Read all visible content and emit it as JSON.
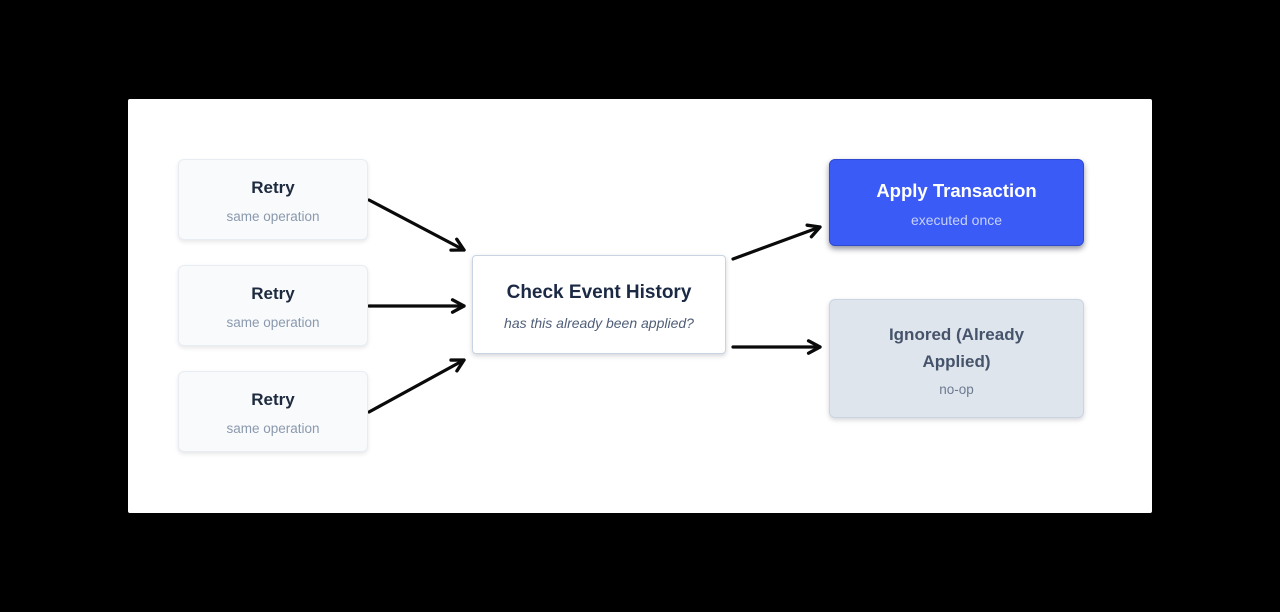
{
  "diagram": {
    "nodes": {
      "retry_1": {
        "title": "Retry",
        "subtitle": "same operation"
      },
      "retry_2": {
        "title": "Retry",
        "subtitle": "same operation"
      },
      "retry_3": {
        "title": "Retry",
        "subtitle": "same operation"
      },
      "check": {
        "title": "Check Event History",
        "subtitle": "has this already been applied?"
      },
      "apply": {
        "title": "Apply Transaction",
        "subtitle": "executed once"
      },
      "ignored": {
        "title": "Ignored (Already Applied)",
        "subtitle": "no-op"
      }
    },
    "edges": [
      {
        "from": "retry-1",
        "to": "check-event-history"
      },
      {
        "from": "retry-2",
        "to": "check-event-history"
      },
      {
        "from": "retry-3",
        "to": "check-event-history"
      },
      {
        "from": "check-event-history",
        "to": "apply-transaction"
      },
      {
        "from": "check-event-history",
        "to": "ignored-already-applied"
      }
    ],
    "colors": {
      "page_background": "#000000",
      "canvas_background": "#ffffff",
      "retry_node_background": "#f8fafc",
      "retry_node_border": "#e8edf3",
      "check_node_border": "#c9d4e2",
      "apply_node_background": "#3b5bf6",
      "apply_title_text": "#ffffff",
      "apply_subtitle_text": "#c6d2fa",
      "ignored_node_background": "#dfe5ed",
      "title_text": "#1e2a3e",
      "subtitle_text": "#8b99ae",
      "arrow": "#0a0a0a"
    }
  }
}
